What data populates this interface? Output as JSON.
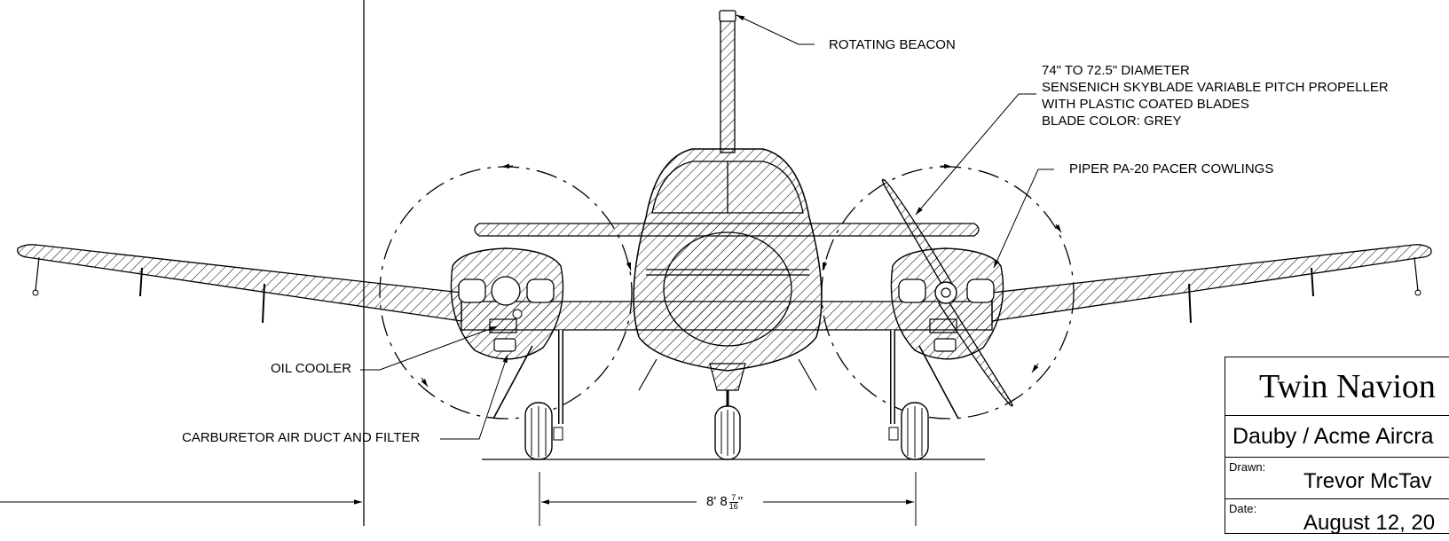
{
  "callouts": {
    "beacon": "ROTATING BEACON",
    "prop_line1": "74\" TO 72.5\" DIAMETER",
    "prop_line2": "SENSENICH SKYBLADE VARIABLE PITCH PROPELLER",
    "prop_line3": "WITH PLASTIC COATED BLADES",
    "prop_line4": "BLADE COLOR: GREY",
    "cowlings": "PIPER PA-20 PACER COWLINGS",
    "oil_cooler": "OIL COOLER",
    "carb": "CARBURETOR AIR DUCT AND FILTER"
  },
  "dimension": {
    "main": "8' 8",
    "frac_num": "7",
    "frac_den": "16",
    "suffix": "\""
  },
  "title_block": {
    "title": "Twin Navion",
    "maker": "Dauby / Acme Aircra",
    "drawn_label": "Drawn:",
    "drawn_value": "Trevor McTav",
    "date_label": "Date:",
    "date_value": "August 12, 20"
  }
}
